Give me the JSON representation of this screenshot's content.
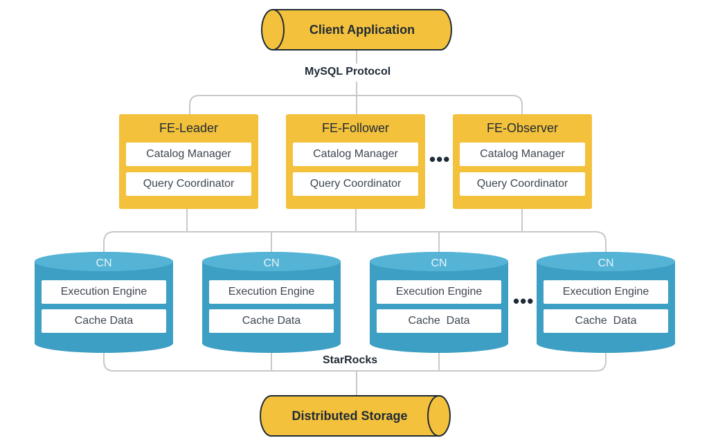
{
  "client": {
    "label": "Client Application"
  },
  "protocol_label": "MySQL Protocol",
  "fe_nodes": [
    {
      "title": "FE-Leader",
      "catalog": "Catalog Manager",
      "coordinator": "Query Coordinator"
    },
    {
      "title": "FE-Follower",
      "catalog": "Catalog Manager",
      "coordinator": "Query Coordinator"
    },
    {
      "title": "FE-Observer",
      "catalog": "Catalog Manager",
      "coordinator": "Query Coordinator"
    }
  ],
  "fe_ellipsis": "•••",
  "cn_nodes": [
    {
      "title": "CN",
      "engine": "Execution Engine",
      "cache": "Cache Data"
    },
    {
      "title": "CN",
      "engine": "Execution Engine",
      "cache": "Cache Data"
    },
    {
      "title": "CN",
      "engine": "Execution Engine",
      "cache": "Cache  Data"
    },
    {
      "title": "CN",
      "engine": "Execution Engine",
      "cache": "Cache  Data"
    }
  ],
  "cn_ellipsis": "•••",
  "cluster_label": "StarRocks",
  "storage": {
    "label": "Distributed Storage"
  },
  "colors": {
    "fe_yellow": "#f3c13b",
    "cn_blue": "#3d9fc4",
    "cn_blue_top": "#5ab8d8",
    "connector_gray": "#c8c8c8",
    "text_dark": "#1f2a36"
  }
}
